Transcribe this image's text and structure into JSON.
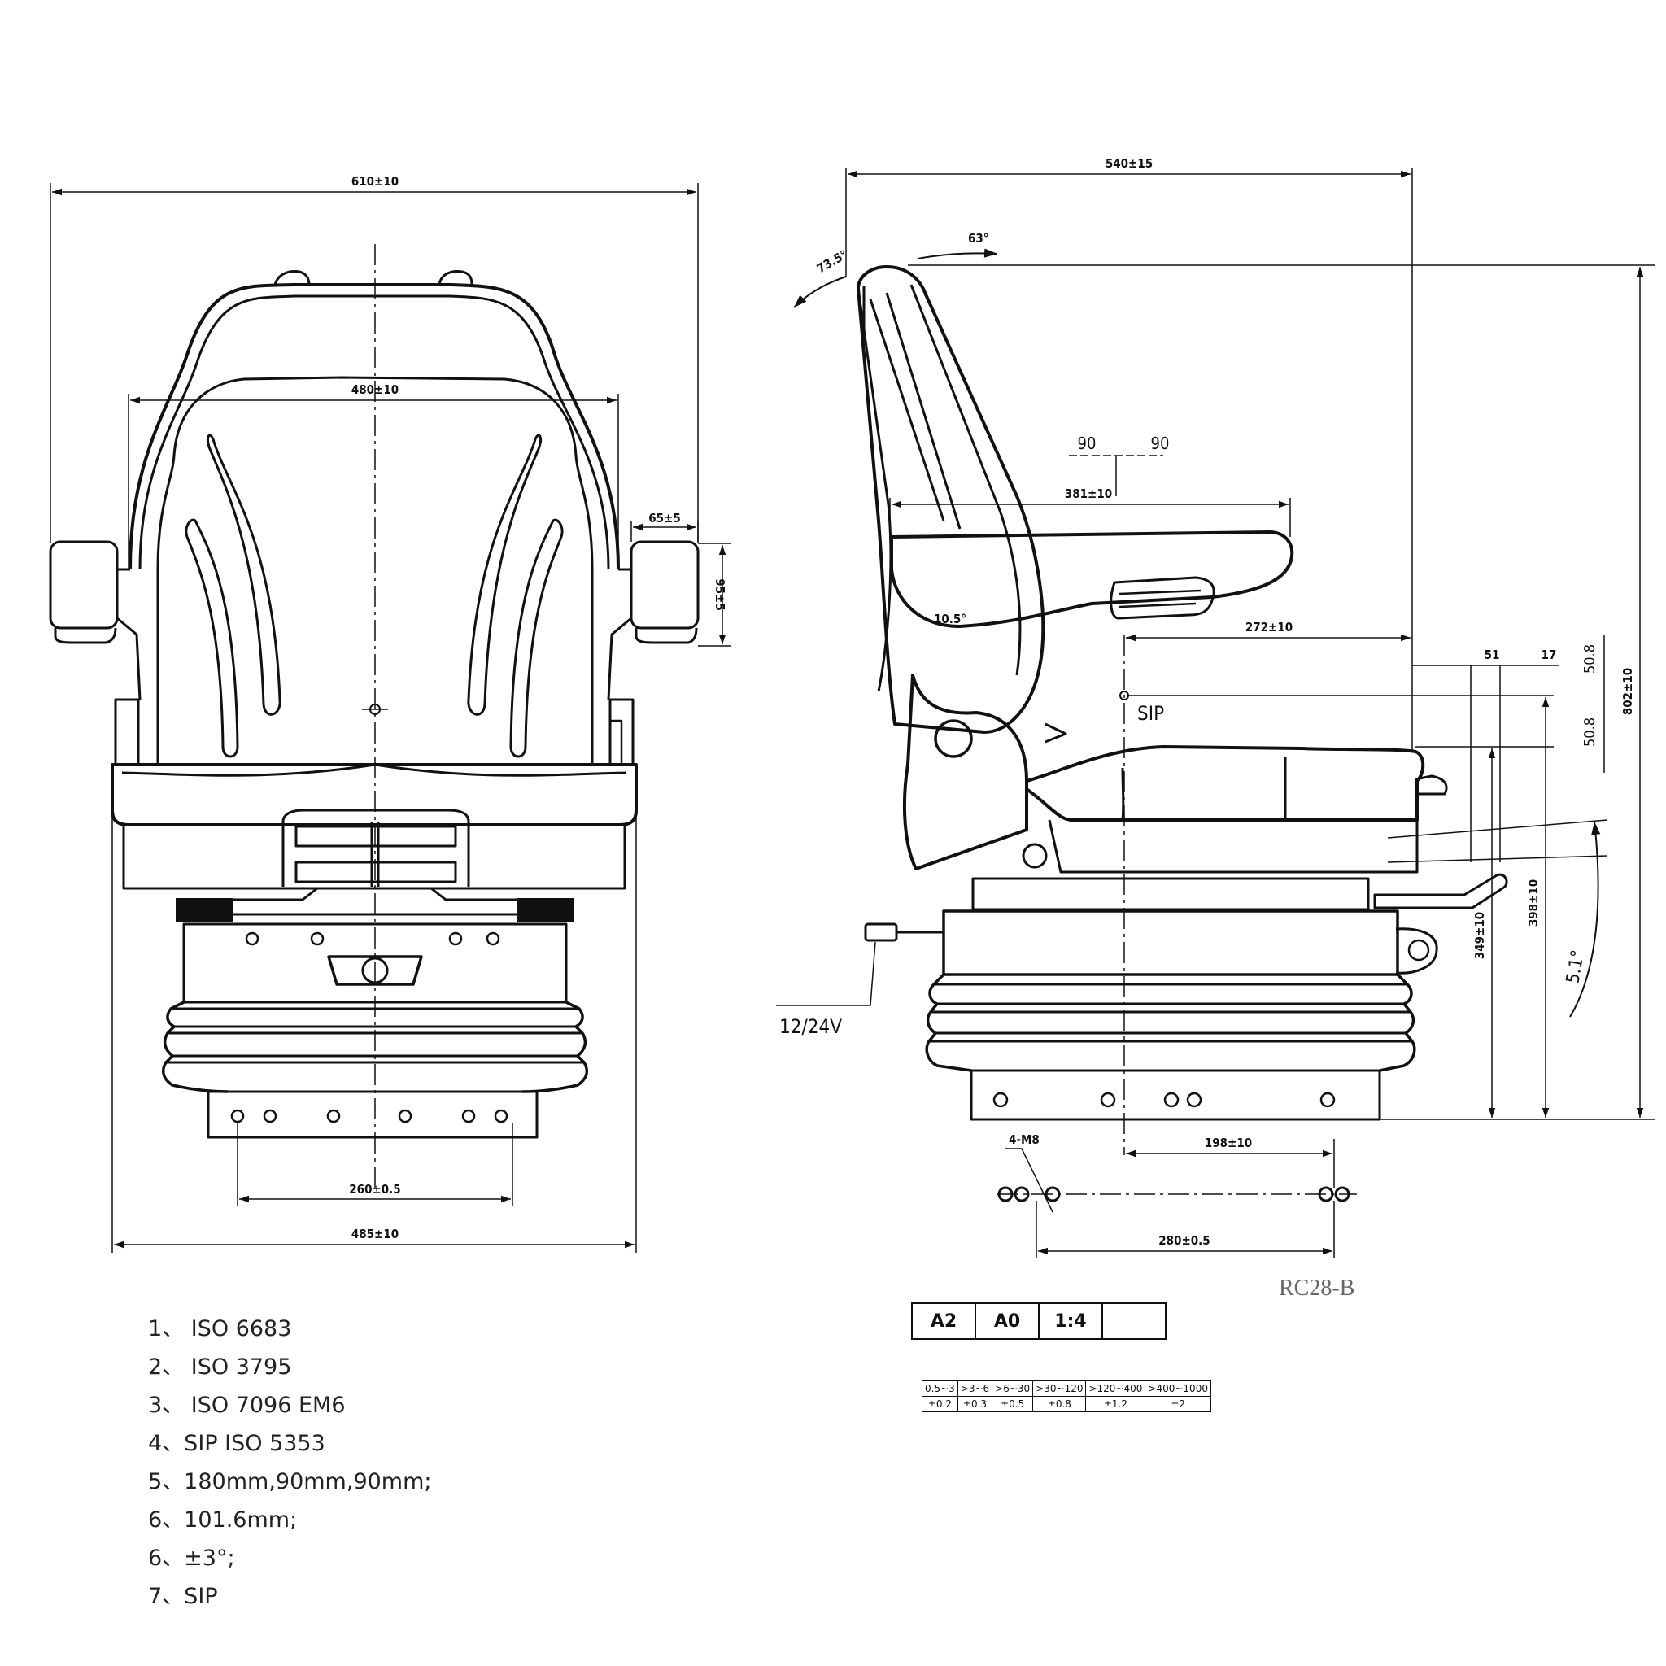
{
  "front_view": {
    "dims": {
      "overall_width": "610±10",
      "backrest_width": "480±10",
      "armrest_width": "65±5",
      "armrest_height": "95±5",
      "mount_spacing": "260±0.5",
      "base_width": "485±10"
    }
  },
  "side_view": {
    "dims": {
      "overall_depth": "540±15",
      "armrest_length": "381±10",
      "sip_to_back": "272±10",
      "dim_51": "51",
      "dim_17": "17",
      "dim_50_8_a": "50.8",
      "dim_50_8_b": "50.8",
      "overall_height": "802±10",
      "height_398": "398±10",
      "height_349": "349±10",
      "mount_offset": "198±10",
      "mount_spacing": "280±0.5",
      "bolts": "4-M8",
      "fore_aft_left": "90",
      "fore_aft_right": "90"
    },
    "angles": {
      "back_recline": "73.5°",
      "back_forward": "63°",
      "pivot": "10.5°",
      "cushion_tilt": "5.1°"
    },
    "labels": {
      "sip": "SIP",
      "voltage": "12/24V"
    }
  },
  "notes": [
    "1、 ISO 6683",
    "2、 ISO 3795",
    "3、 ISO 7096 EM6",
    "4、SIP  ISO 5353",
    "5、180mm,90mm,90mm;",
    "6、101.6mm;",
    "6、±3°;",
    "7、SIP"
  ],
  "drawing_code": "RC28-B",
  "title_block": [
    "A2",
    "A0",
    "1:4",
    ""
  ],
  "tolerance_table": {
    "ranges": [
      "0.5~3",
      ">3~6",
      ">6~30",
      ">30~120",
      ">120~400",
      ">400~1000"
    ],
    "tolerances": [
      "±0.2",
      "±0.3",
      "±0.5",
      "±0.8",
      "±1.2",
      "±2"
    ]
  }
}
